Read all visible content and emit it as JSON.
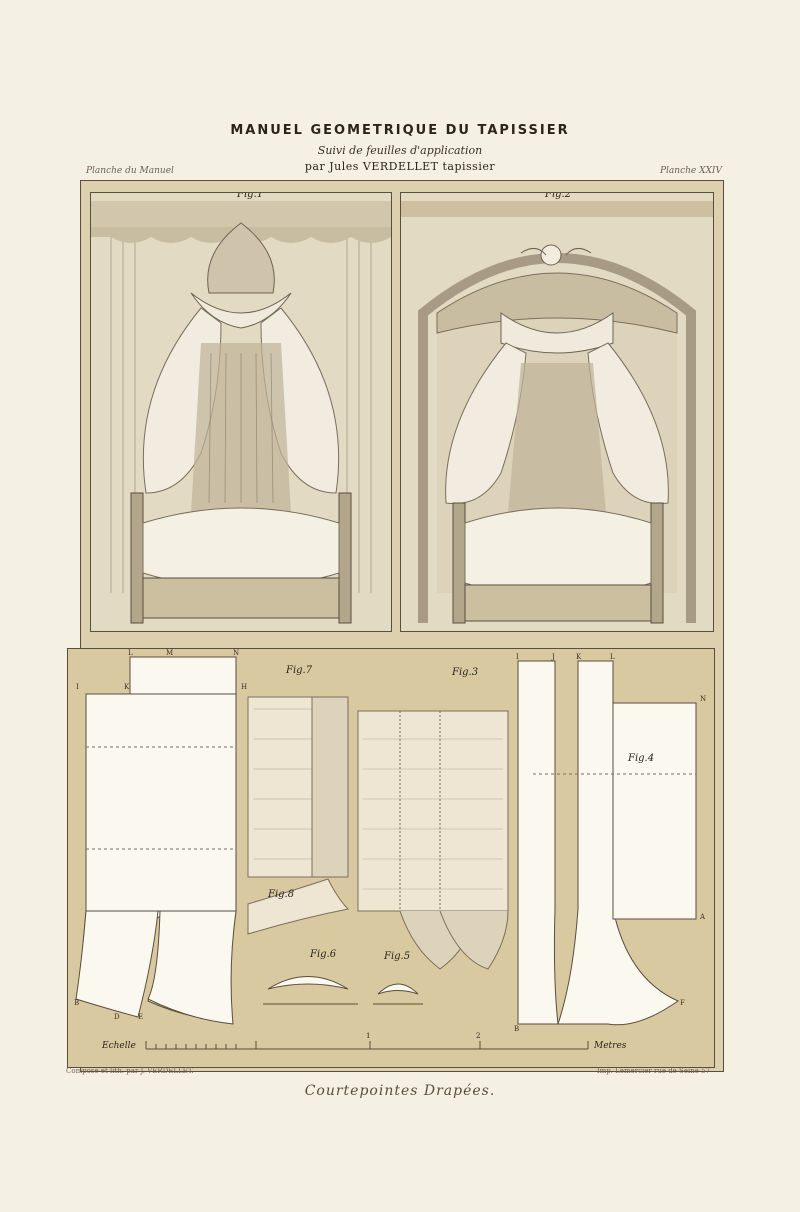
{
  "header": {
    "title": "MANUEL GEOMETRIQUE DU TAPISSIER",
    "subtitle": "Suivi de feuilles d'application",
    "author": "par Jules VERDELLET tapissier",
    "corner_left": "Planche du Manuel",
    "corner_right": "Planche XXIV"
  },
  "figures": {
    "fig1": "Fig.1",
    "fig2": "Fig.2",
    "fig3": "Fig.3",
    "fig4": "Fig.4",
    "fig5": "Fig.5",
    "fig6": "Fig.6",
    "fig7": "Fig.7",
    "fig8": "Fig.8"
  },
  "scale": {
    "left_label": "Echelle",
    "right_label": "Metres",
    "ticks": [
      "1",
      "2"
    ]
  },
  "footer": {
    "left": "Composé et lith. par J. VERDELLET.",
    "right": "Imp. Lemercier rue de Seine 57",
    "caption": "Courtepointes Drapées."
  },
  "colors": {
    "paper": "#f4f0e4",
    "plate": "#d9c9a1",
    "ink": "#3b3024"
  }
}
